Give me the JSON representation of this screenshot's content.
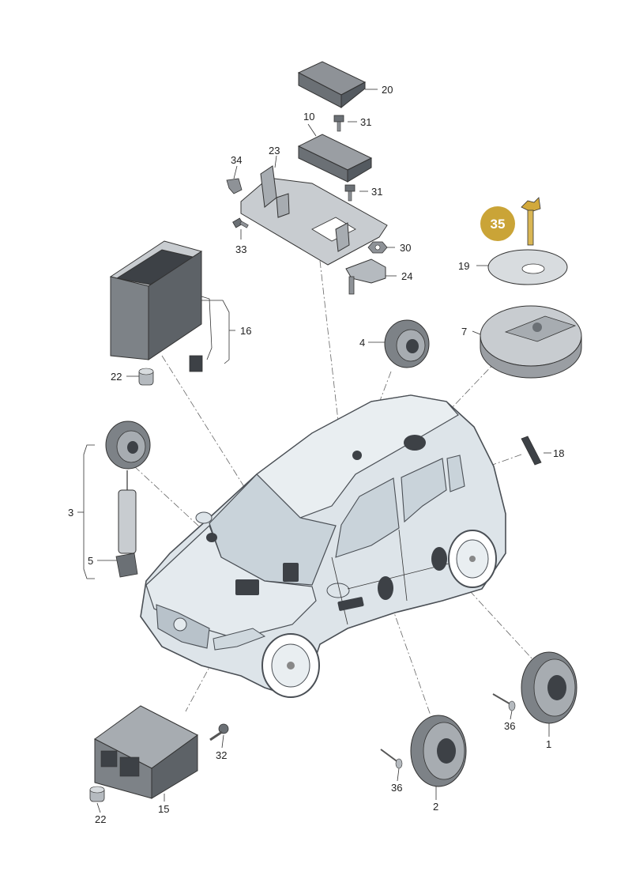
{
  "colors": {
    "car_body": "#dde4e9",
    "car_outline": "#4a4f55",
    "part_gray": "#8e9297",
    "part_dark": "#3d4146",
    "highlight": "#caa437",
    "highlight_text": "#ffffff",
    "callout_text": "#222222"
  },
  "highlighted_callout": "35",
  "callouts": {
    "c1": "1",
    "c2": "2",
    "c3": "3",
    "c4": "4",
    "c5": "5",
    "c7": "7",
    "c10": "10",
    "c15": "15",
    "c16": "16",
    "c18": "18",
    "c19": "19",
    "c20": "20",
    "c22a": "22",
    "c22b": "22",
    "c23": "23",
    "c24": "24",
    "c30": "30",
    "c31a": "31",
    "c31b": "31",
    "c32": "32",
    "c33": "33",
    "c34": "34",
    "c35": "35",
    "c36a": "36",
    "c36b": "36"
  }
}
